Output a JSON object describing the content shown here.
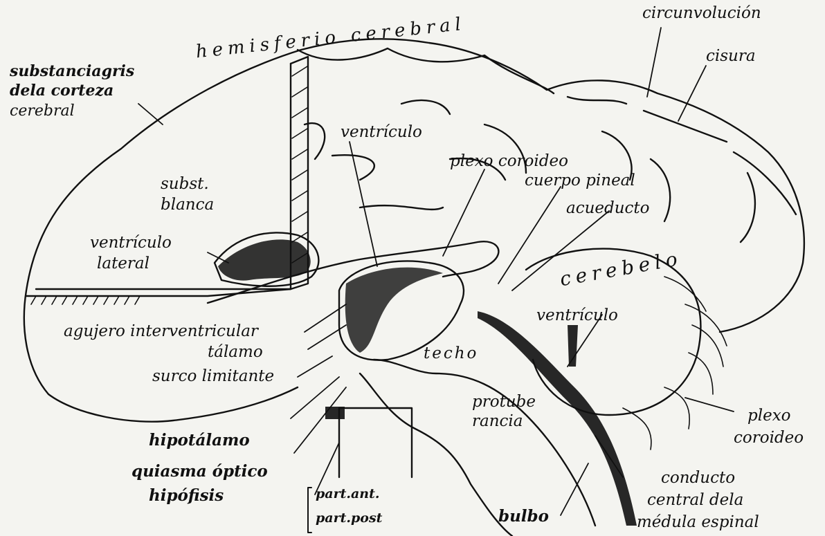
{
  "labels": {
    "hemisferio_cerebral": "hemisferio cerebral",
    "circunvolucion": "circunvolución",
    "cisura": "cisura",
    "substancia_gris_1": "substanciagris",
    "substancia_gris_2": "dela corteza",
    "substancia_gris_3": "cerebral",
    "ventriculo": "ventrículo",
    "plexo_coroideo_top": "plexo coroideo",
    "cuerpo_pineal": "cuerpo pineal",
    "acueducto": "acueducto",
    "subst_1": "subst.",
    "subst_2": "blanca",
    "ventriculo_lateral_1": "ventrículo",
    "ventriculo_lateral_2": "lateral",
    "cerebelo": "cerebelo",
    "ventriculo_cerebelo": "ventrículo",
    "agujero": "agujero interventricular",
    "talamo": "tálamo",
    "techo": "techo",
    "surco": "surco limitante",
    "protuberancia_1": "protube",
    "protuberancia_2": "rancia",
    "plexo_bottom_1": "plexo",
    "plexo_bottom_2": "coroideo",
    "hipotalamo": "hipotálamo",
    "quiasma": "quiasma óptico",
    "hipofisis": "hipófisis",
    "part_ant": "part.ant.",
    "part_post": "part.post",
    "conducto_1": "conducto",
    "conducto_2": "central dela",
    "conducto_3": "médula espinal",
    "bulbo": "bulbo"
  },
  "colors": {
    "ink": "#111111",
    "paper": "#f4f4f0"
  }
}
